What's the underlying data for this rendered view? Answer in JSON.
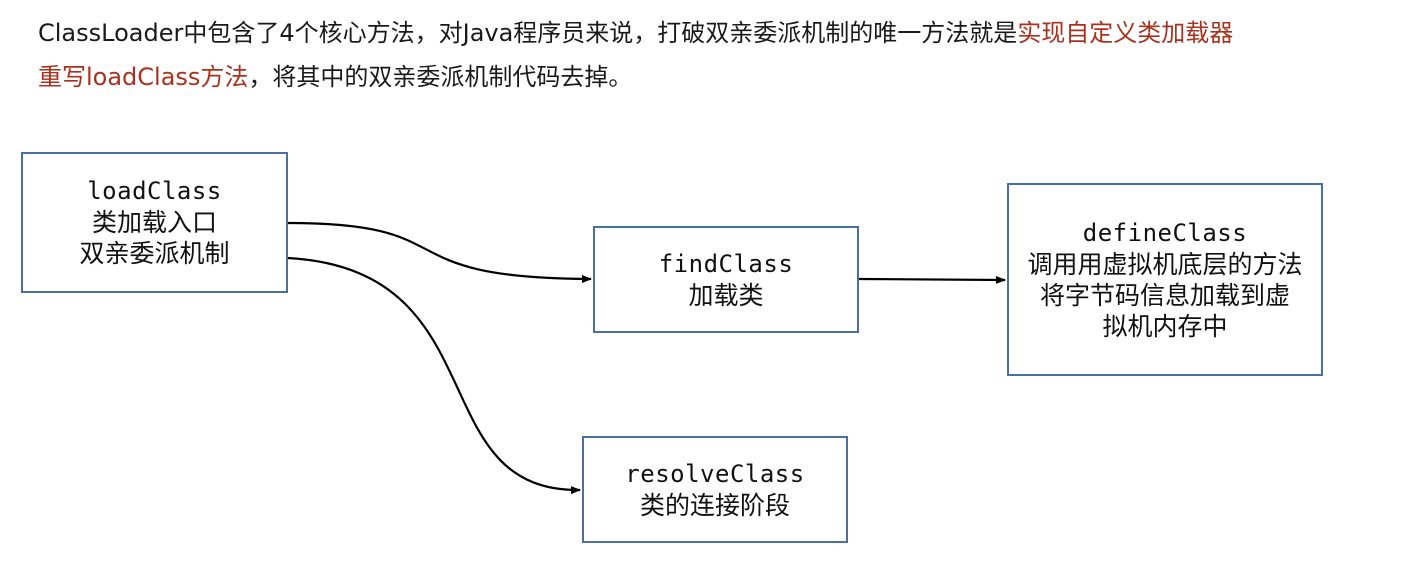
{
  "intro": {
    "line1_prefix": "ClassLoader中包含了4个核心方法，对Java程序员来说，打破双亲委派机制的唯一方法就是",
    "line1_highlight": "实现自定义类加载器",
    "line2_highlight": "重写loadClass方法",
    "line2_suffix": "，将其中的双亲委派机制代码去掉。"
  },
  "nodes": {
    "loadclass": {
      "name": "loadClass",
      "lines": [
        "类加载入口",
        "双亲委派机制"
      ]
    },
    "findclass": {
      "name": "findClass",
      "lines": [
        "加载类"
      ]
    },
    "defineclass": {
      "name": "defineClass",
      "lines": [
        "调用用虚拟机底层的方法",
        "将字节码信息加载到虚",
        "拟机内存中"
      ]
    },
    "resolveclass": {
      "name": "resolveClass",
      "lines": [
        "类的连接阶段"
      ]
    }
  },
  "colors": {
    "highlight": "#a8321e",
    "box_border": "#4a6fa5",
    "arrow": "#000000"
  }
}
